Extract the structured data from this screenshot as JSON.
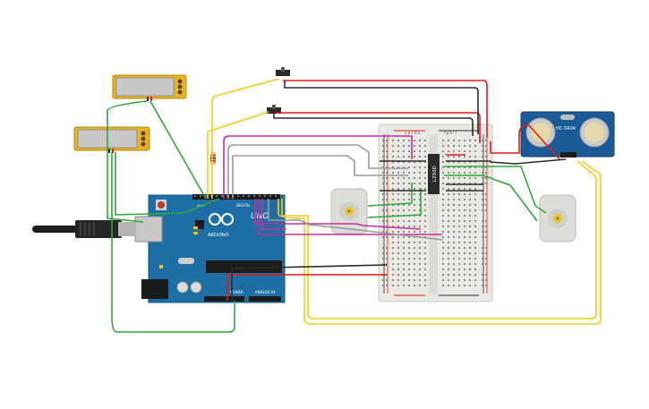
{
  "colors": {
    "wire_red": "#e21b1b",
    "wire_black": "#2a2a2a",
    "wire_green": "#2fa83a",
    "wire_yellow": "#f2cc20",
    "wire_magenta": "#c72f9e",
    "wire_gray": "#9a9a9a",
    "arduino_board": "#1d6fa5",
    "breadboard": "#e9e9e3",
    "sensor_board": "#1a5a96",
    "display_frame": "#e6b325",
    "motor_body": "#dcdcd8",
    "motor_hub": "#f0c419"
  },
  "components": {
    "arduino": {
      "brand": "ARDUINO",
      "model": "UNO",
      "digital_label": "DIGITAL",
      "power_label": "POWER",
      "analog_label": "ANALOG IN",
      "aref_label": "AREF",
      "gnd_label": "GND"
    },
    "ultrasonic_sensor": {
      "label": "HC-SR04"
    },
    "motor_driver_ic": {
      "label": "L293D"
    },
    "breadboard": {
      "col_labels": [
        "a",
        "b",
        "c",
        "d",
        "e",
        "f",
        "g",
        "h",
        "i",
        "j"
      ]
    }
  }
}
